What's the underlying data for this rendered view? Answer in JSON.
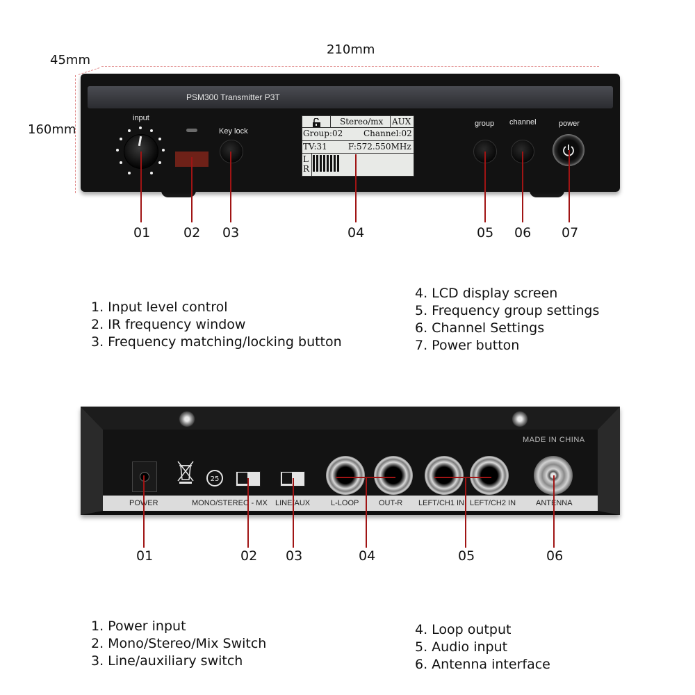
{
  "dimensions": {
    "width_label": "210mm",
    "depth_label": "45mm",
    "height_label": "160mm"
  },
  "front_panel": {
    "model": "PSM300 Transmitter P3T",
    "labels": {
      "input": "input",
      "key_lock": "Key lock",
      "group": "group",
      "channel": "channel",
      "power": "power"
    },
    "lcd": {
      "lock_icon": "unlock-icon",
      "mode": "Stereo/mx",
      "source": "AUX",
      "group": "Group:02",
      "channel": "Channel:02",
      "tv": "TV:31",
      "frequency": "F:572.550MHz",
      "left": "L",
      "right": "R"
    },
    "callouts": [
      "01",
      "02",
      "03",
      "04",
      "05",
      "06",
      "07"
    ],
    "legend_left": [
      "1.  Input level control",
      "2. IR frequency window",
      "3. Frequency matching/locking button"
    ],
    "legend_right": [
      "4. LCD display screen",
      "5. Frequency group settings",
      "6. Channel Settings",
      "7. Power button"
    ]
  },
  "rear_panel": {
    "made_in": "MADE IN CHINA",
    "port_labels": [
      "POWER",
      "MONO/STEREO - MX",
      "LINE/AUX",
      "L-LOOP",
      "OUT-R",
      "LEFT/CH1 IN",
      "LEFT/CH2 IN",
      "ANTENNA"
    ],
    "icons": [
      "weee-bin-icon",
      "recycle-25-icon"
    ],
    "callouts": [
      "01",
      "02",
      "03",
      "04",
      "05",
      "06"
    ],
    "legend_left": [
      "1.  Power input",
      "2. Mono/Stereo/Mix Switch",
      "3. Line/auxiliary switch"
    ],
    "legend_right": [
      "4. Loop output",
      "5. Audio input",
      "6. Antenna interface"
    ]
  },
  "colors": {
    "callout_line": "#a01414",
    "chassis": "#121212",
    "ir_window": "#6e2118"
  }
}
